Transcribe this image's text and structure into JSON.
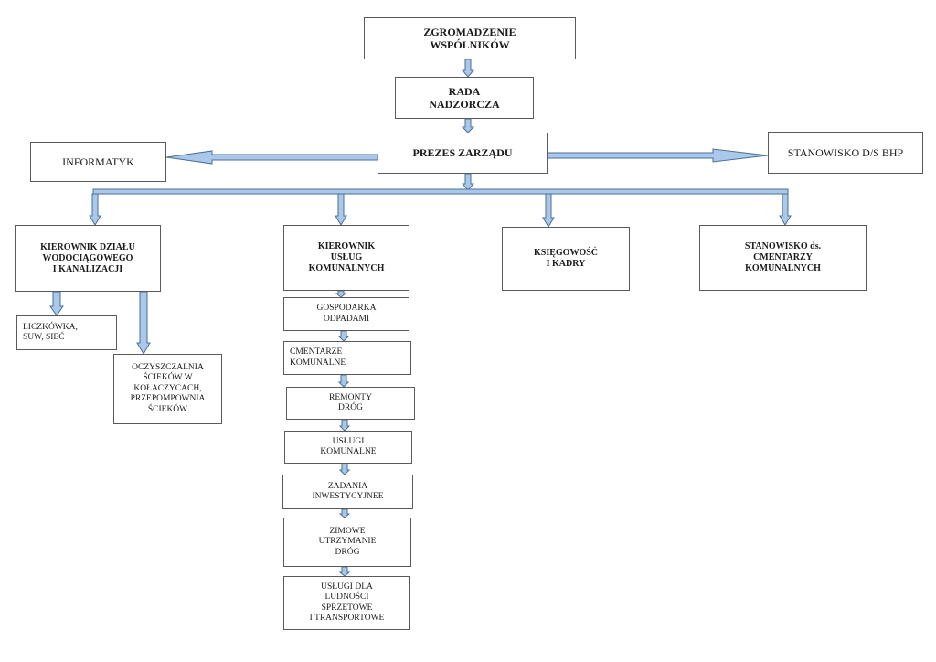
{
  "colors": {
    "arrow_fill": "#a9c8ea",
    "arrow_stroke": "#4a6f96",
    "box_border": "#5a5a5a"
  },
  "nodes": {
    "zgromadzenie": "ZGROMADZENIE\nWSPÓLNIKÓW",
    "rada": "RADA\nNADZORCZA",
    "prezes": "PREZES ZARZĄDU",
    "informatyk": "INFORMATYK",
    "bhp": "STANOWISKO D/S BHP",
    "kierownik_wod": "KIEROWNIK DZIAŁU\nWODOCIĄGOWEGO\nI KANALIZACJI",
    "kierownik_uslug": "KIEROWNIK\nUSŁUG\nKOMUNALNYCH",
    "ksiegowosc": "KSIĘGOWOŚĆ\nI KADRY",
    "cmentarze_stan": "STANOWISKO ds.\nCMENTARZY\nKOMUNALNYCH",
    "liczkowka": "LICZKÓWKA,\nSUW, SIEĆ",
    "oczyszczalnia": "OCZYSZCZALNIA\nŚCIEKÓW W\nKOŁACZYCACH,\nPRZEPOMPOWNIA\nŚCIEKÓW",
    "gospodarka": "GOSPODARKA\nODPADAMI",
    "cmentarze": "CMENTARZE\nKOMUNALNE",
    "remonty": "REMONTY\nDRÓG",
    "uslugi_kom": "USŁUGI\nKOMUNALNE",
    "zadania": "ZADANIA\nINWESTYCYJNEE",
    "zimowe": "ZIMOWE\nUTRZYMANIE\nDRÓG",
    "uslugi_dla": "USŁUGI DLA\nLUDNOŚCI\nSPRZĘTOWE\nI TRANSPORTOWE"
  }
}
